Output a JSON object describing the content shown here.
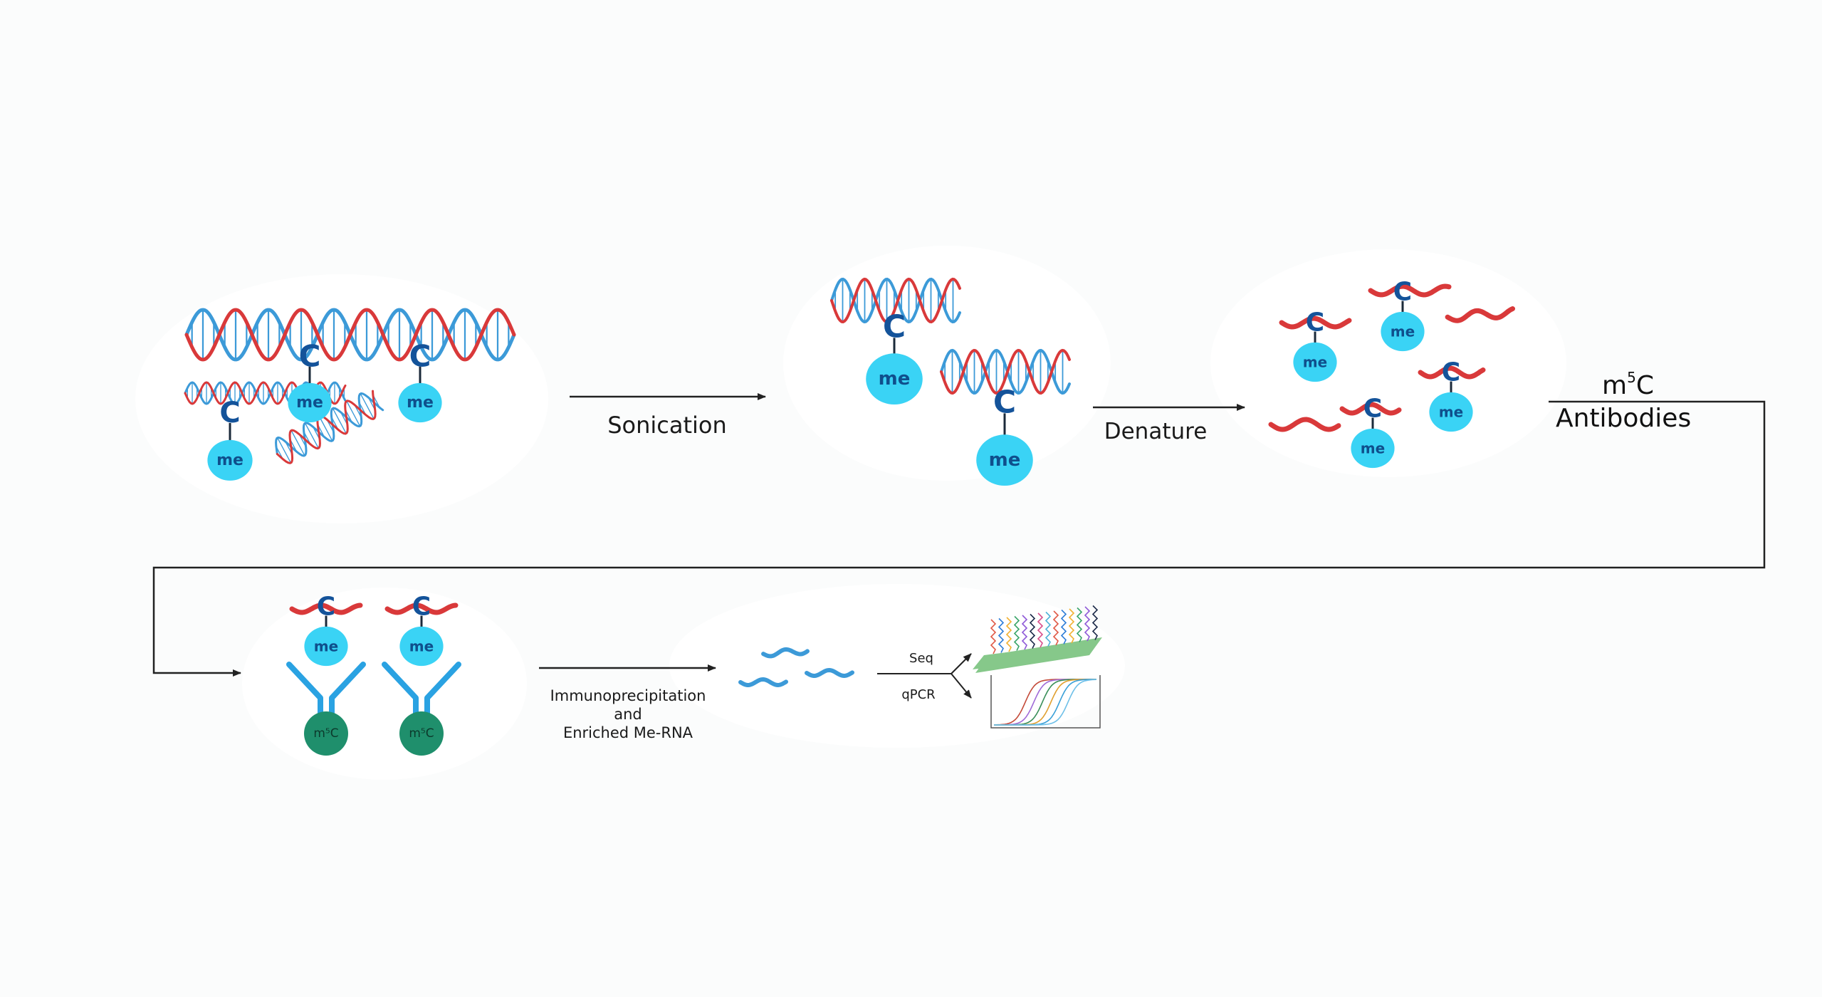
{
  "labels": {
    "sonication": "Sonication",
    "denature": "Denature",
    "m5c_base": "m",
    "m5c_sup": "5",
    "m5c_c": "C",
    "antibodies": "Antibodies",
    "ip_line1": "Immunoprecipitation",
    "ip_line2": "and",
    "ip_line3": "Enriched Me-RNA",
    "seq": "Seq",
    "qpcr": "qPCR"
  },
  "marks": {
    "cytosine": "C",
    "methyl": "me",
    "antibody_bead": "m⁵C"
  },
  "colors": {
    "strand_red": "#d9393a",
    "strand_blue": "#3c9ad8",
    "cytosine_blue": "#14539a",
    "methyl_cyan": "#3ad3f5",
    "methyl_text": "#0f4f8c",
    "antibody_blue": "#2aa2e2",
    "bead_green": "#1f8f6c",
    "chip_green": "#86c88a",
    "arrow": "#222222"
  }
}
